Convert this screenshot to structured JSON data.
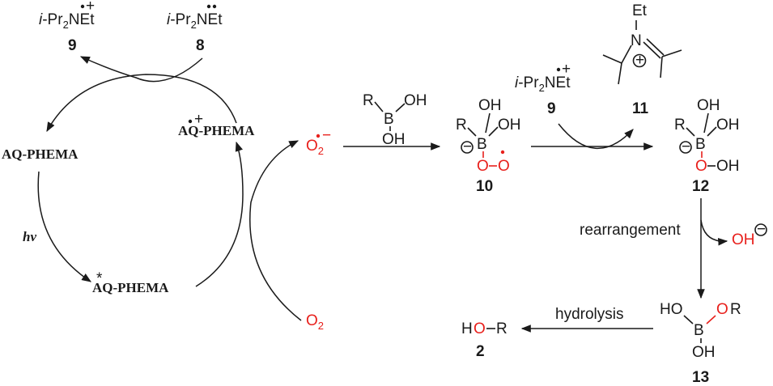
{
  "cycle": {
    "catalyst_ground": "AQ-PHEMA",
    "catalyst_excited": "AQ-PHEMA",
    "catalyst_radical_cation": "AQ-PHEMA",
    "light_label": "hν",
    "excited_mark": "*",
    "radical_cation_mark": "•+"
  },
  "amine": {
    "name_prefix": "i",
    "name_rest": "-Pr",
    "name_sub": "2",
    "name_end": "NEt",
    "label_radical_cation": "9",
    "label_neutral": "8"
  },
  "oxygen": {
    "o2": "O",
    "o2_sub": "2",
    "superoxide": "O",
    "superoxide_sub": "2",
    "superoxide_sup": "•−"
  },
  "boronic_acid": {
    "r": "R",
    "b": "B",
    "oh_top": "OH",
    "oh_bottom": "OH"
  },
  "adduct_10": {
    "r": "R",
    "b": "B",
    "oh": "OH",
    "oh2": "OH",
    "o1": "O",
    "o2": "O",
    "charge": "−",
    "label": "10"
  },
  "iminium_11": {
    "et": "Et",
    "n": "N",
    "plus": "+",
    "label": "11"
  },
  "amine_9_mid": {
    "label": "9"
  },
  "peroxide_12": {
    "r": "R",
    "b": "B",
    "oh": "OH",
    "oh2": "OH",
    "o": "O",
    "oh_end": "OH",
    "charge": "−",
    "label": "12"
  },
  "step_rearrangement": {
    "label": "rearrangement",
    "byproduct": "OH",
    "byproduct_charge": "−"
  },
  "borate_13": {
    "ho": "HO",
    "b": "B",
    "o": "O",
    "r": "R",
    "oh": "OH",
    "label": "13"
  },
  "step_hydrolysis": {
    "label": "hydrolysis"
  },
  "product_2": {
    "h": "H",
    "o": "O",
    "r": "R",
    "label": "2"
  }
}
